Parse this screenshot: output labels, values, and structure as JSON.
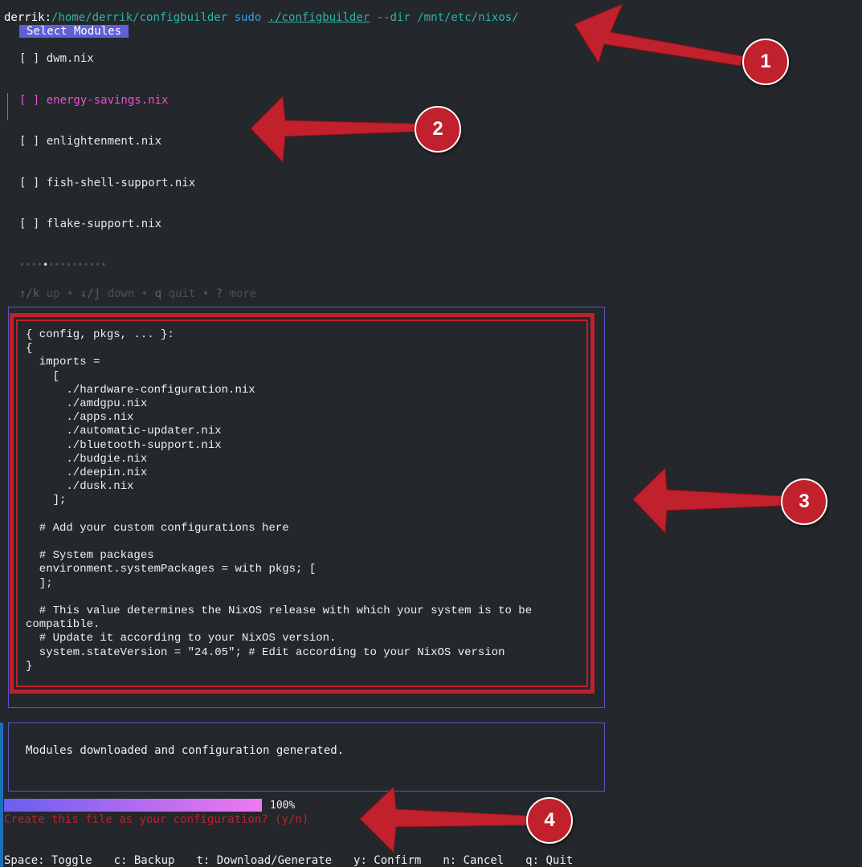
{
  "prompt": {
    "user": "derrik:",
    "path": "/home/derrik/configbuilder",
    "sudo": "sudo",
    "exec": "./configbuilder",
    "args": "--dir /mnt/etc/nixos/"
  },
  "title": "Select Modules",
  "modules": [
    {
      "label": "[ ] dwm.nix",
      "selected": false
    },
    {
      "label": "[ ] energy-savings.nix",
      "selected": true
    },
    {
      "label": "[ ] enlightenment.nix",
      "selected": false
    },
    {
      "label": "[ ] fish-shell-support.nix",
      "selected": false
    },
    {
      "label": "[ ] flake-support.nix",
      "selected": false
    }
  ],
  "pager": {
    "total": 15,
    "active": 4
  },
  "help": {
    "up_key": "↑/k",
    "up": "up",
    "down_key": "↓/j",
    "down": "down",
    "quit_key": "q",
    "quit": "quit",
    "more_key": "?",
    "more": "more",
    "sep": "•"
  },
  "preview_code": "{ config, pkgs, ... }:\n{\n  imports =\n    [\n      ./hardware-configuration.nix\n      ./amdgpu.nix\n      ./apps.nix\n      ./automatic-updater.nix\n      ./bluetooth-support.nix\n      ./budgie.nix\n      ./deepin.nix\n      ./dusk.nix\n    ];\n\n  # Add your custom configurations here\n\n  # System packages\n  environment.systemPackages = with pkgs; [\n  ];\n\n  # This value determines the NixOS release with which your system is to be\ncompatible.\n  # Update it according to your NixOS version.\n  system.stateVersion = \"24.05\"; # Edit according to your NixOS version\n}",
  "status": "Modules downloaded and configuration generated.",
  "progress": {
    "value": 1.0,
    "label": "100%"
  },
  "confirm_prompt": "Create this file as your configuration? (y/n)",
  "keybar": [
    "Space: Toggle",
    "c: Backup",
    "t: Download/Generate",
    "y: Confirm",
    "n: Cancel",
    "q: Quit"
  ],
  "annotations": [
    "1",
    "2",
    "3",
    "4"
  ],
  "colors": {
    "annotation_red": "#c0212c",
    "accent_purple": "#5f5fd7",
    "selected_pink": "#ee4fd6"
  }
}
